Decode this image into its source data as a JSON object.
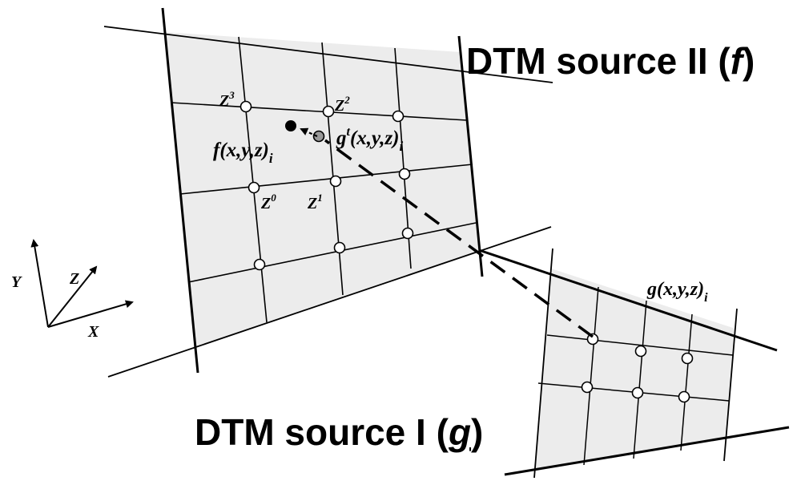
{
  "diagram": {
    "title_source2": "DTM source II (",
    "title_source2_sym": "f",
    "title_source2_close": ")",
    "title_source1": "DTM source I (",
    "title_source1_sym": "g",
    "title_source1_close": ")",
    "labels": {
      "z3": "Z",
      "z3_sup": "3",
      "z2": "Z",
      "z2_sup": "2",
      "z0": "Z",
      "z0_sup": "0",
      "z1": "Z",
      "z1_sup": "1",
      "f_main": "f(x,y,z)",
      "f_sub": "i",
      "gt_g": "g",
      "gt_sup": "t",
      "gt_rest": "(x,y,z)",
      "gt_sub": "i",
      "g_main": "g(x,y,z)",
      "g_sub": "i"
    },
    "axes": {
      "x": "X",
      "y": "Y",
      "z": "Z"
    },
    "colors": {
      "grid_fill": "#ececec",
      "line": "#000000",
      "node_fill": "#ffffff",
      "moved_point": "#9a9a9a"
    }
  }
}
